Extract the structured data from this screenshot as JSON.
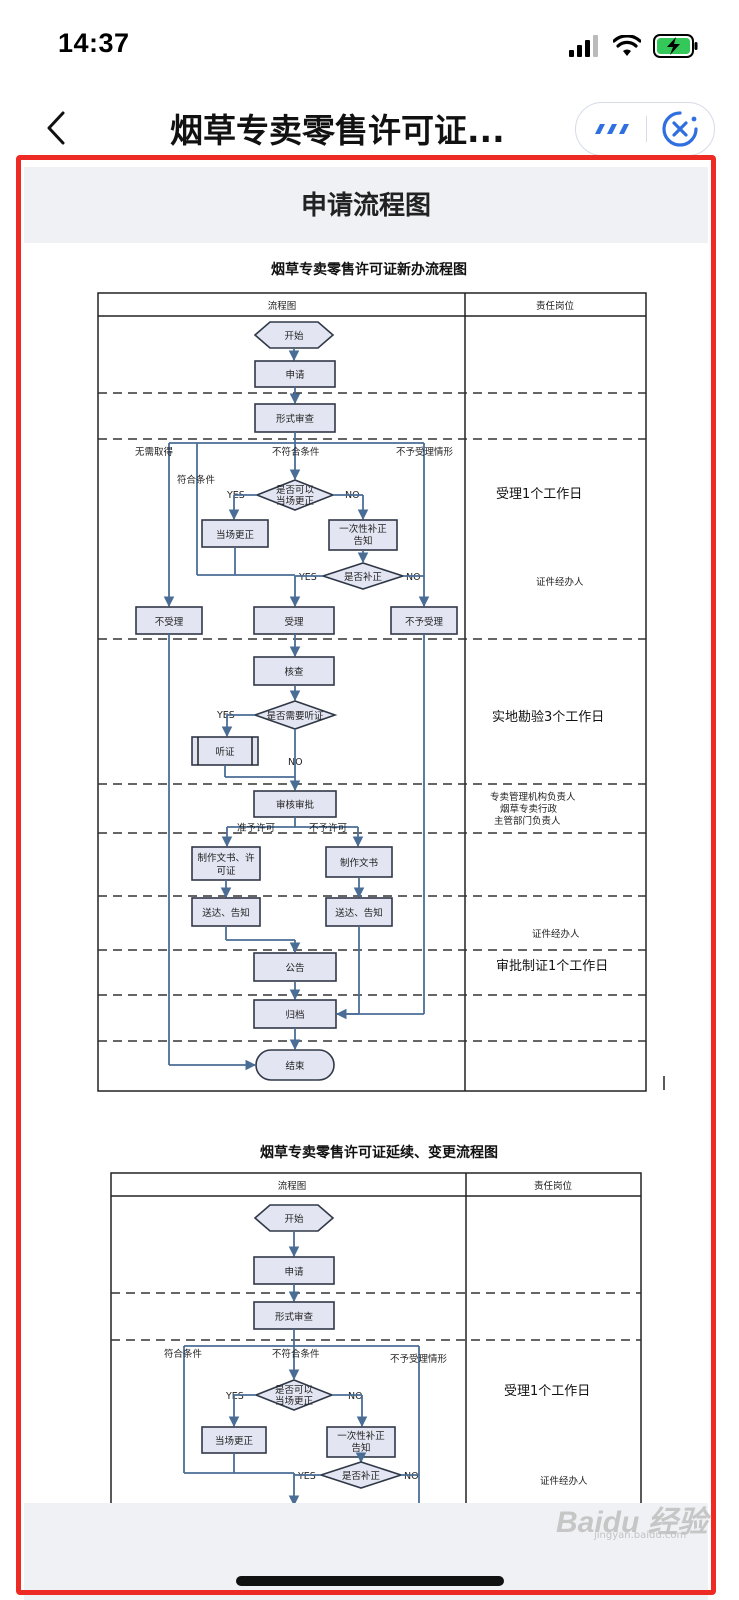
{
  "status": {
    "time": "14:37"
  },
  "nav": {
    "title": "烟草专卖零售许可证...",
    "more_label": "more",
    "close_label": "close"
  },
  "section": {
    "title": "申请流程图"
  },
  "chart1": {
    "title": "烟草专卖零售许可证新办流程图",
    "col_flow": "流程图",
    "col_duty": "责任岗位",
    "start": "开始",
    "apply": "申请",
    "review": "形式审查",
    "no_approve_needed": "无需取得",
    "not_meet": "不符合条件",
    "not_accept_case": "不予受理情形",
    "meets": "符合条件",
    "yes": "YES",
    "no": "NO",
    "can_correct_1": "是否可以",
    "can_correct_2": "当场更正",
    "correct_now": "当场更正",
    "notify_1": "一次性补正",
    "notify_2": "告知",
    "is_corrected": "是否补正",
    "not_accept": "不受理",
    "accept": "受理",
    "no_accept2": "不予受理",
    "inspect": "核查",
    "need_hearing": "是否需要听证",
    "hearing": "听证",
    "approve": "审核审批",
    "grant": "准予许可",
    "refuse": "不予许可",
    "make_doc_1": "制作文书、许",
    "make_doc_2": "可证",
    "make_doc_b": "制作文书",
    "deliver": "送达、告知",
    "announce": "公告",
    "archive": "归档",
    "end": "结束",
    "duty_accept": "受理1个工作日",
    "duty_handler": "证件经办人",
    "duty_inspect": "实地勘验3个工作日",
    "duty_lead_1": "专卖管理机构负责人",
    "duty_lead_2": "烟草专卖行政",
    "duty_lead_3": "主管部门负责人",
    "duty_handler2": "证件经办人",
    "duty_approve": "审批制证1个工作日"
  },
  "chart2": {
    "title": "烟草专卖零售许可证延续、变更流程图",
    "col_flow": "流程图",
    "col_duty": "责任岗位",
    "start": "开始",
    "apply": "申请",
    "review": "形式审查",
    "meets": "符合条件",
    "not_meet": "不符合条件",
    "not_accept_case": "不予受理情形",
    "yes": "YES",
    "no": "NO",
    "can_correct_1": "是否可以",
    "can_correct_2": "当场更正",
    "correct_now": "当场更正",
    "notify_1": "一次性补正",
    "notify_2": "告知",
    "is_corrected": "是否补正",
    "duty_accept": "受理1个工作日",
    "duty_handler": "证件经办人"
  },
  "watermark": {
    "brand": "Baidu 经验",
    "sub": "jingyan.baidu.com"
  }
}
